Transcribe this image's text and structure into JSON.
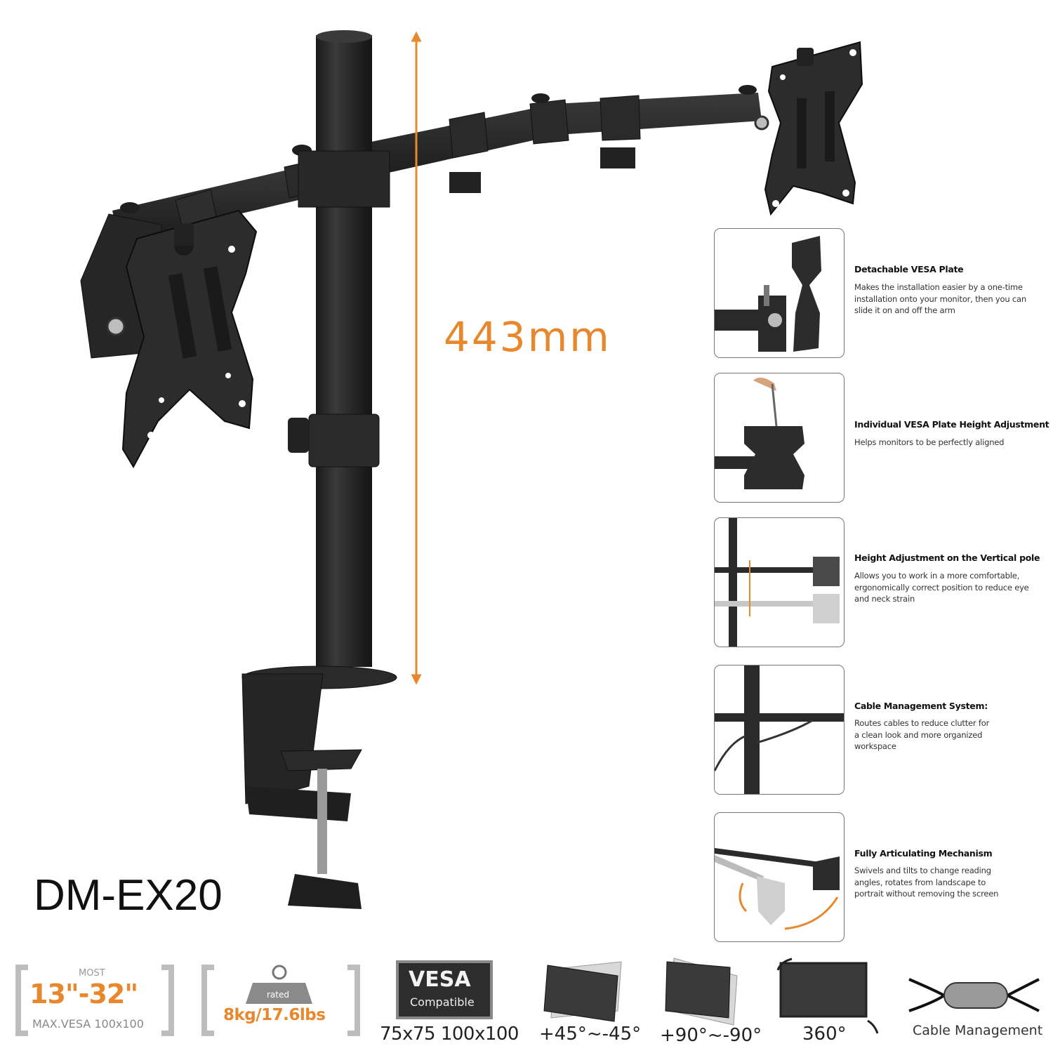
{
  "product": {
    "model": "DM-EX20",
    "height_label": "443mm"
  },
  "features": [
    {
      "title": "Detachable VESA Plate",
      "lines": [
        "Makes the installation easier by a one-time",
        "installation onto your monitor, then you can",
        "slide it on and off the arm"
      ]
    },
    {
      "title": "Individual VESA Plate Height Adjustment",
      "lines": [
        "Helps monitors to be perfectly aligned"
      ]
    },
    {
      "title": "Height Adjustment on the Vertical pole",
      "lines": [
        "Allows you to work in a more comfortable,",
        "ergonomically correct position to reduce eye",
        "and neck strain"
      ]
    },
    {
      "title": "Cable Management System:",
      "lines": [
        "Routes cables to reduce clutter for",
        "a clean look and more organized",
        "workspace"
      ]
    },
    {
      "title": "Fully Articulating Mechanism",
      "lines": [
        "Swivels and tilts to change reading",
        "angles, rotates from landscape to",
        "portrait without removing the screen"
      ]
    }
  ],
  "specs": {
    "size": {
      "top": "MOST",
      "range": "13\"-32\"",
      "bottom": "MAX.VESA 100x100"
    },
    "weight": {
      "badge": "rated",
      "value": "8kg/17.6lbs"
    },
    "vesa": {
      "brand": "VESA",
      "sub": "Compatible",
      "sizes": "75x75 100x100"
    },
    "tilt": "+45°~-45°",
    "rotate": "+90°~-90°",
    "swivel": "360°",
    "cable": "Cable Management"
  },
  "colors": {
    "accent": "#e8872c",
    "metal": "#2b2b2b",
    "size_orange": "#e8872c"
  }
}
